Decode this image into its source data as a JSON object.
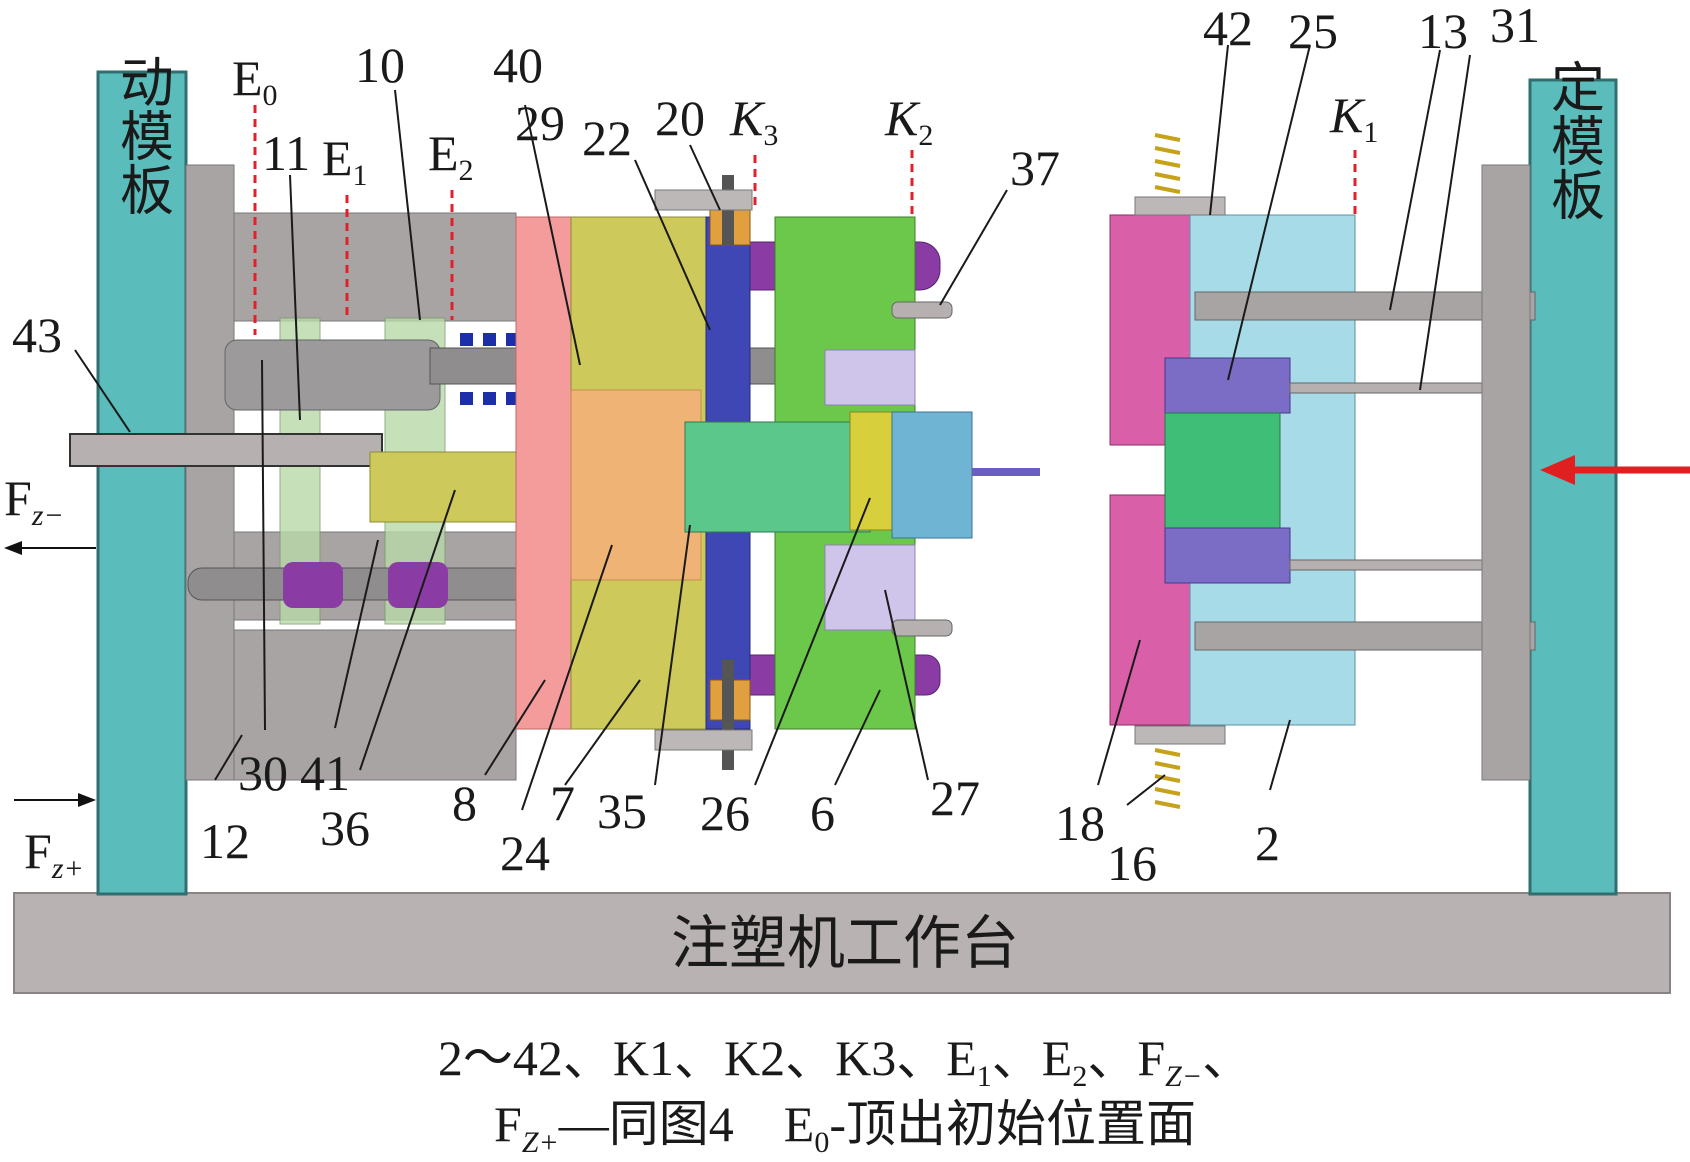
{
  "labels": {
    "moving_platen": "动模板",
    "fixed_platen": "定模板",
    "worktable": "注塑机工作台",
    "e0_main": "E",
    "e0_sub": "0",
    "e1_main": "E",
    "e1_sub": "1",
    "e2_main": "E",
    "e2_sub": "2",
    "k1_main": "K",
    "k1_sub": "1",
    "k2_main": "K",
    "k2_sub": "2",
    "k3_main": "K",
    "k3_sub": "3",
    "fz_minus_main": "F",
    "fz_minus_sub": "z−",
    "fz_plus_main": "F",
    "fz_plus_sub": "z+",
    "n2": "2",
    "n6": "6",
    "n7": "7",
    "n8": "8",
    "n10": "10",
    "n11": "11",
    "n12": "12",
    "n13": "13",
    "n16": "16",
    "n18": "18",
    "n20": "20",
    "n22": "22",
    "n24": "24",
    "n25": "25",
    "n26": "26",
    "n27": "27",
    "n29": "29",
    "n30": "30",
    "n31": "31",
    "n35": "35",
    "n36": "36",
    "n37": "37",
    "n40": "40",
    "n41": "41",
    "n42": "42",
    "n43": "43"
  },
  "caption": {
    "line1_a": "2～42、K1、K2、K3、E",
    "line1_e1_sub": "1",
    "line1_b": "、E",
    "line1_e2_sub": "2",
    "line1_c": "、F",
    "line1_fz_sub": "Z−",
    "line1_d": "、",
    "line2_a": "F",
    "line2_fz_sub": "Z+",
    "line2_b": "—同图4　E",
    "line2_e0_sub": "0",
    "line2_c": "-顶出初始位置面"
  },
  "colors": {
    "platen": "#5bbcbc",
    "worktable": "#b9b2b2",
    "frame_gray": "#a9a4a4",
    "pink_plate": "#f49b9b",
    "yellow_plate": "#cdc95a",
    "blue_plate": "#3f47b5",
    "green_plate": "#6cc84a",
    "light_blue_plate": "#a7dbe8",
    "magenta_block": "#d95fa8",
    "purple_pin": "#8b3ca4",
    "red_arrow": "#e02020",
    "leader_dash": "#e0202a"
  }
}
